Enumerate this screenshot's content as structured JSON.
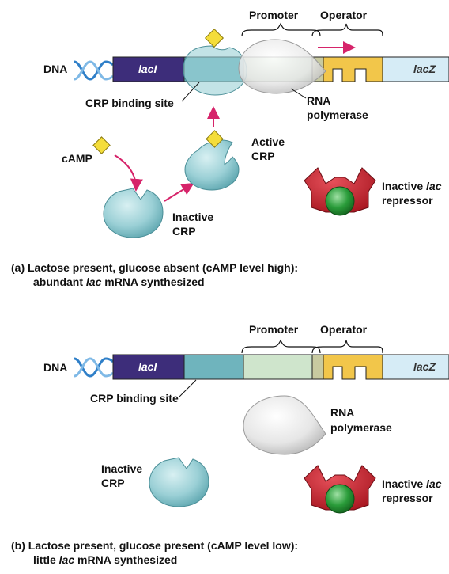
{
  "panel_a": {
    "dna_label": "DNA",
    "laci_label": "lacI",
    "lacz_label": "lacZ",
    "promoter_label": "Promoter",
    "operator_label": "Operator",
    "crp_binding_site_label": "CRP binding site",
    "rna_polymerase_label": [
      "RNA",
      "polymerase"
    ],
    "camp_label": "cAMP",
    "active_crp_label": [
      "Active",
      "CRP"
    ],
    "inactive_crp_label": [
      "Inactive",
      "CRP"
    ],
    "repressor_label": {
      "line1_prefix": "Inactive ",
      "line1_italic": "lac",
      "line2": "repressor"
    },
    "caption": {
      "line1": "(a) Lactose present, glucose absent (cAMP level high):",
      "line2_prefix": "abundant ",
      "line2_italic": "lac",
      "line2_suffix": " mRNA synthesized"
    }
  },
  "panel_b": {
    "dna_label": "DNA",
    "laci_label": "lacI",
    "lacz_label": "lacZ",
    "promoter_label": "Promoter",
    "operator_label": "Operator",
    "crp_binding_site_label": "CRP binding site",
    "rna_polymerase_label": [
      "RNA",
      "polymerase"
    ],
    "inactive_crp_label": [
      "Inactive",
      "CRP"
    ],
    "repressor_label": {
      "line1_prefix": "Inactive ",
      "line1_italic": "lac",
      "line2": "repressor"
    },
    "caption": {
      "line1": "(b) Lactose present, glucose present (cAMP level low):",
      "line2_prefix": "little ",
      "line2_italic": "lac",
      "line2_suffix": " mRNA synthesized"
    }
  },
  "colors": {
    "laci": "#3d2d7a",
    "crp_site": "#6fb4bd",
    "promoter": "#cfe5cc",
    "promoter_overlap": "#c8caa0",
    "operator": "#f2c64a",
    "lacz": "#d6ecf6",
    "crp_protein": "#9bd0d6",
    "camp": "#f4dd3a",
    "arrow": "#d6246a",
    "repressor": "#c21f2a",
    "repressor_core": "#2a9c3a",
    "polymerase": "#ececec",
    "dna_helix": "#2f7fc8"
  }
}
